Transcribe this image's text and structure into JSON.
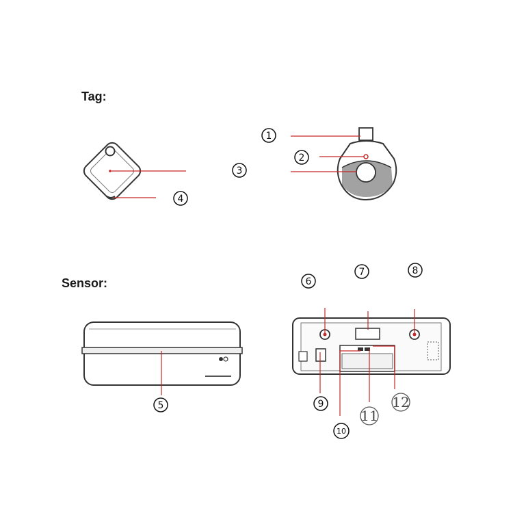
{
  "sections": {
    "tag_label": "Tag:",
    "sensor_label": "Sensor:"
  },
  "callouts": [
    "1",
    "2",
    "3",
    "4",
    "5",
    "6",
    "7",
    "8",
    "9",
    "10",
    "11",
    "12"
  ],
  "colors": {
    "leader_line": "#c62828",
    "outline": "#333333",
    "text": "#1a1a1a"
  }
}
